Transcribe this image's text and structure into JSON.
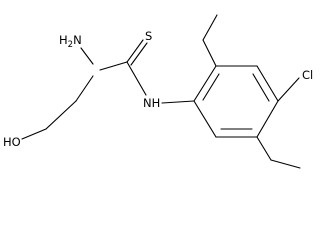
{
  "structure": {
    "atoms": {
      "amino_n_label": "H",
      "amino_n_sub": "2",
      "amino_n_tail": "N",
      "thione_s": "S",
      "thioamide_nh": "NH",
      "hydroxyl": "HO",
      "chloro": "Cl"
    }
  },
  "colors": {
    "bond": "#000000",
    "text": "#000000",
    "background": "#ffffff"
  }
}
